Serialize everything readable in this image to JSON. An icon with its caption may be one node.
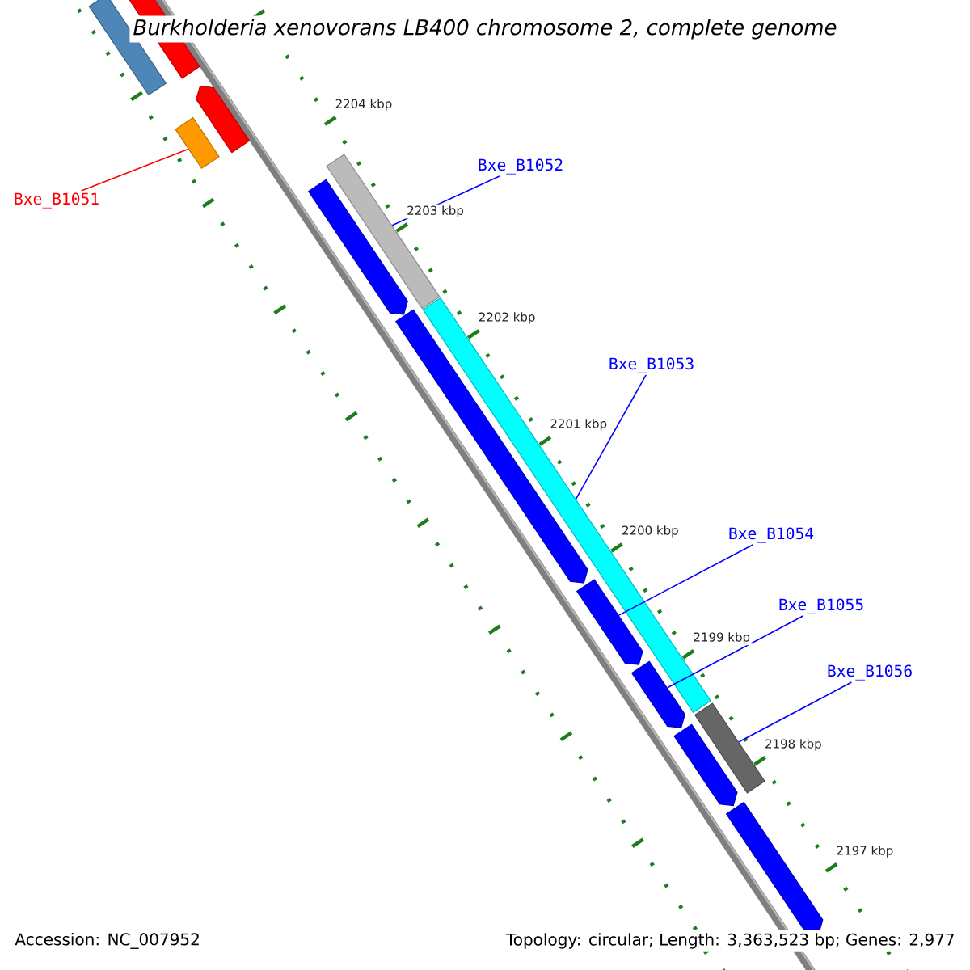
{
  "diagram": {
    "title": "Burkholderia xenovorans LB400 chromosome 2, complete genome",
    "nodes": [
      {
        "text": [
          "Bxe_B1051"
        ]
      },
      {
        "text": [
          "Bxe_B1052"
        ]
      },
      {
        "text": [
          "Bxe_B1053"
        ]
      },
      {
        "text": [
          "Bxe_B1054"
        ]
      },
      {
        "text": [
          "Bxe_B1055"
        ]
      },
      {
        "text": [
          "Bxe_B1056"
        ]
      },
      {
        "text": [],
        "shape": "bar"
      },
      {
        "text": [],
        "shape": "bar"
      },
      {
        "text": [],
        "shape": "bar"
      },
      {
        "text": [],
        "shape": "arrow"
      },
      {
        "text": [],
        "shape": "arrow"
      },
      {
        "text": [],
        "shape": "bar"
      },
      {
        "text": [],
        "shape": "arrow"
      },
      {
        "text": [],
        "shape": "bar"
      },
      {
        "text": [],
        "shape": "arrow"
      },
      {
        "text": [],
        "shape": "arrow"
      },
      {
        "text": [],
        "shape": "arrow"
      },
      {
        "text": [],
        "shape": "bar"
      },
      {
        "text": [],
        "shape": "arrow"
      }
    ],
    "edges": [
      {
        "from": 0,
        "to": 8,
        "arrow": "none",
        "color": "#ff0000"
      },
      {
        "from": 1,
        "to": 11,
        "arrow": "none"
      },
      {
        "from": 2,
        "to": 13,
        "arrow": "none"
      },
      {
        "from": 3,
        "to": 14,
        "arrow": "none"
      },
      {
        "from": 4,
        "to": 15,
        "arrow": "none"
      },
      {
        "from": 5,
        "to": 17,
        "arrow": "none"
      }
    ],
    "labels": [
      "2204 kbp",
      "2203 kbp",
      "2202 kbp",
      "2201 kbp",
      "2200 kbp",
      "2199 kbp",
      "2198 kbp",
      "2197 kbp",
      "Accession: NC_007952",
      "Topology: circular; Length: 3,363,523 bp; Genes: 2,977"
    ]
  }
}
